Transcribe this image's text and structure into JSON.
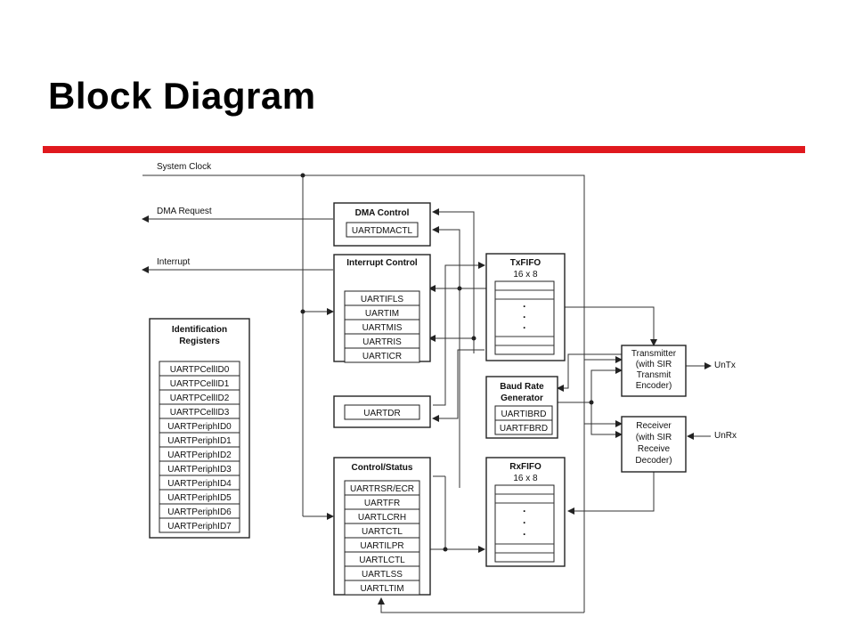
{
  "slide": {
    "title": "Block Diagram",
    "accent_color": "#e0191e"
  },
  "signals": {
    "system_clock": "System Clock",
    "dma_request": "DMA Request",
    "interrupt": "Interrupt",
    "untx": "UnTx",
    "unrx": "UnRx"
  },
  "blocks": {
    "identification": {
      "title_line1": "Identification",
      "title_line2": "Registers",
      "registers": [
        "UARTPCellID0",
        "UARTPCellID1",
        "UARTPCellID2",
        "UARTPCellID3",
        "UARTPeriphID0",
        "UARTPeriphID1",
        "UARTPeriphID2",
        "UARTPeriphID3",
        "UARTPeriphID4",
        "UARTPeriphID5",
        "UARTPeriphID6",
        "UARTPeriphID7"
      ]
    },
    "dma_control": {
      "title": "DMA Control",
      "registers": [
        "UARTDMACTL"
      ]
    },
    "interrupt_control": {
      "title": "Interrupt Control",
      "registers": [
        "UARTIFLS",
        "UARTIM",
        "UARTMIS",
        "UARTRIS",
        "UARTICR"
      ]
    },
    "data_register": {
      "registers": [
        "UARTDR"
      ]
    },
    "control_status": {
      "title": "Control/Status",
      "registers": [
        "UARTRSR/ECR",
        "UARTFR",
        "UARTLCRH",
        "UARTCTL",
        "UARTILPR",
        "UARTLCTL",
        "UARTLSS",
        "UARTLTIM"
      ]
    },
    "txfifo": {
      "title": "TxFIFO",
      "size": "16 x 8"
    },
    "rxfifo": {
      "title": "RxFIFO",
      "size": "16 x 8"
    },
    "baud_rate": {
      "title_line1": "Baud Rate",
      "title_line2": "Generator",
      "registers": [
        "UARTIBRD",
        "UARTFBRD"
      ]
    },
    "transmitter": {
      "lines": [
        "Transmitter",
        "(with SIR",
        "Transmit",
        "Encoder)"
      ]
    },
    "receiver": {
      "lines": [
        "Receiver",
        "(with SIR",
        "Receive",
        "Decoder)"
      ]
    }
  }
}
